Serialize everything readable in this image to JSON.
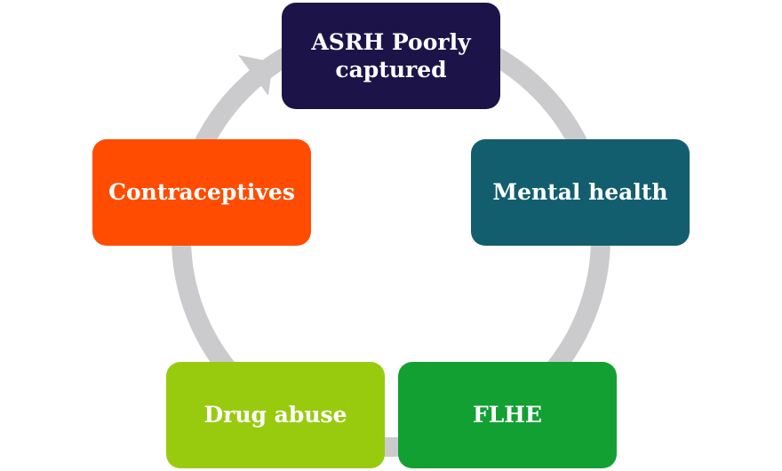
{
  "diagram": {
    "type": "cycle",
    "colors": {
      "ring": "#cbcbcd",
      "text": "#ffffff"
    },
    "nodes": [
      {
        "id": "asrh",
        "label_lines": [
          "ASRH Poorly",
          "captured"
        ],
        "color": "#1c1448"
      },
      {
        "id": "mental",
        "label_lines": [
          "Mental health"
        ],
        "color": "#125e6e"
      },
      {
        "id": "flhe",
        "label_lines": [
          "FLHE"
        ],
        "color": "#12a033"
      },
      {
        "id": "drug",
        "label_lines": [
          "Drug abuse"
        ],
        "color": "#98cb0e"
      },
      {
        "id": "contra",
        "label_lines": [
          "Contraceptives"
        ],
        "color": "#ff4c00"
      }
    ]
  }
}
